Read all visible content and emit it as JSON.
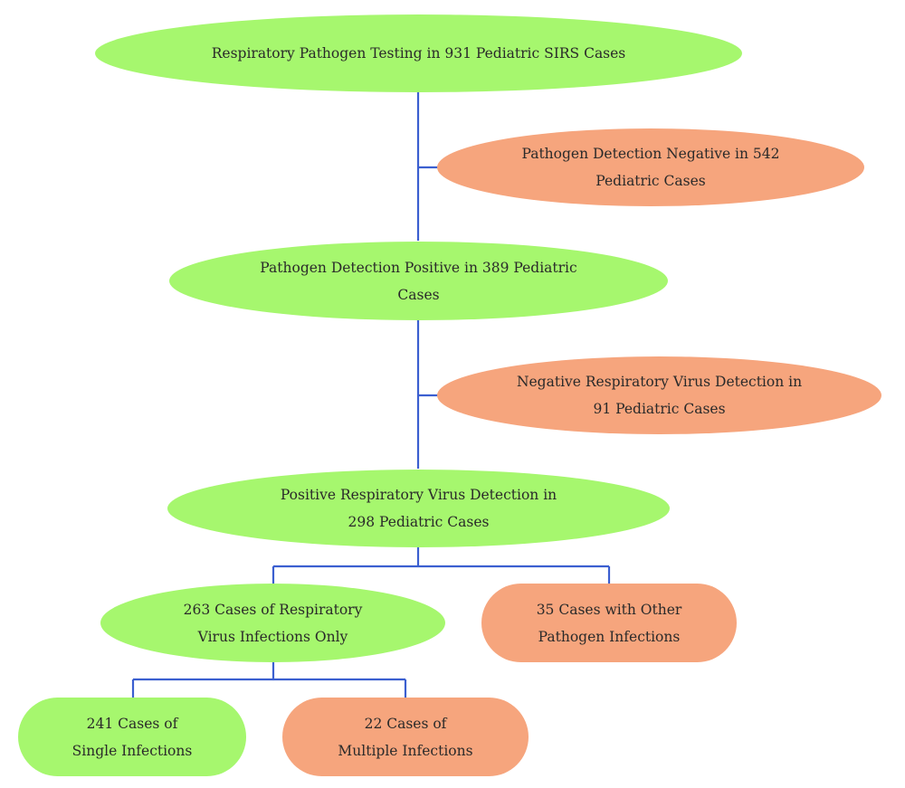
{
  "nodes": {
    "root": "Respiratory Pathogen Testing in 931 Pediatric SIRS Cases",
    "negative_542": "Pathogen Detection Negative in 542 Pediatric Cases",
    "positive_389": "Pathogen Detection Positive in 389 Pediatric Cases",
    "virus_negative_91": "Negative Respiratory Virus Detection in 91 Pediatric Cases",
    "virus_positive_298": "Positive Respiratory Virus Detection in 298 Pediatric Cases",
    "virus_only_263": "263 Cases of Respiratory Virus Infections Only",
    "other_pathogen_35": "35 Cases with Other Pathogen Infections",
    "single_241": "241 Cases of Single Infections",
    "multiple_22": "22 Cases of Multiple Infections"
  },
  "colors": {
    "positive_fill": "#a6f76e",
    "negative_fill": "#f6a57d",
    "connector": "#3b5fd0"
  }
}
